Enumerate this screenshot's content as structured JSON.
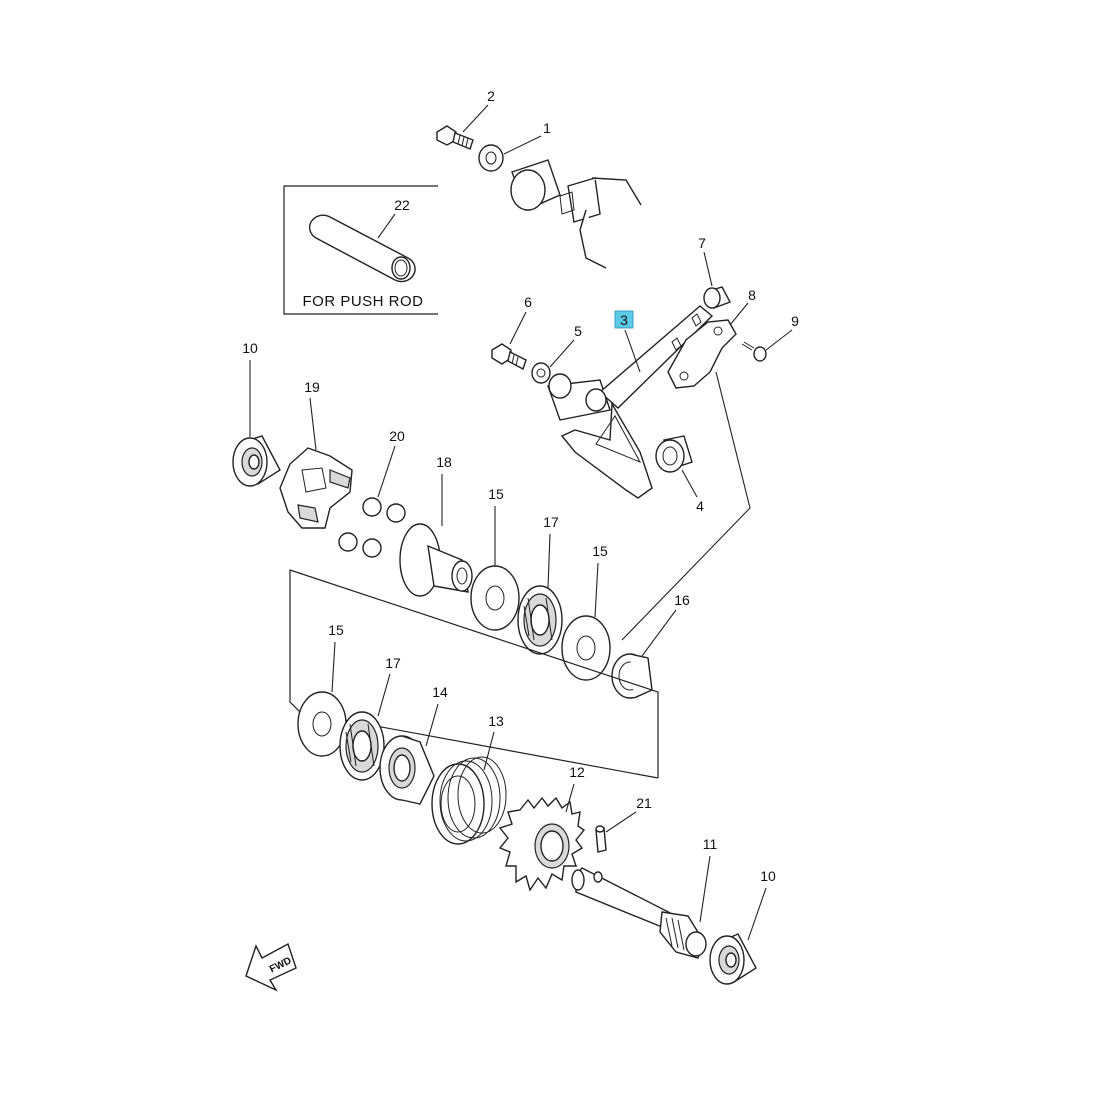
{
  "diagram": {
    "inset_caption": "FOR PUSH ROD",
    "fwd_label": "FWD",
    "highlighted_part": "3",
    "highlight_color": "#5ccbe6",
    "labels": {
      "l1": "1",
      "l2": "2",
      "l3": "3",
      "l4": "4",
      "l5": "5",
      "l6": "6",
      "l7": "7",
      "l8": "8",
      "l9": "9",
      "l10a": "10",
      "l10b": "10",
      "l11": "11",
      "l12": "12",
      "l13": "13",
      "l14": "14",
      "l15a": "15",
      "l15b": "15",
      "l15c": "15",
      "l16": "16",
      "l17a": "17",
      "l17b": "17",
      "l18": "18",
      "l19": "19",
      "l20": "20",
      "l21": "21",
      "l22": "22"
    }
  }
}
